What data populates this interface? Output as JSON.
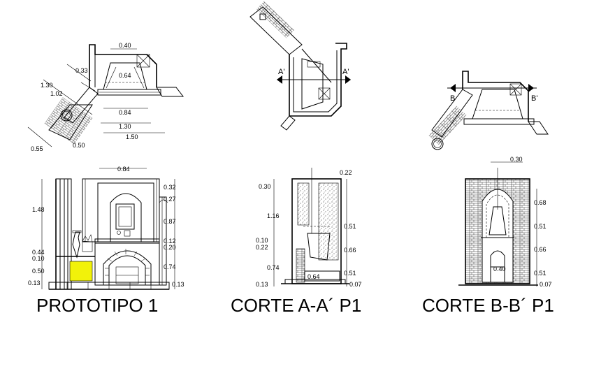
{
  "drawings": {
    "prototipo": {
      "caption": "PROTOTIPO 1",
      "plan_dims": [
        "0.40",
        "0.33",
        "0.64",
        "1.30",
        "1.02",
        "0.84",
        "1.30",
        "1.50",
        "0.55",
        "0.50"
      ],
      "elev_dims": [
        "0.84",
        "0.32",
        "0.27",
        "1.48",
        "0.87",
        "0.12",
        "0.20",
        "0.44",
        "0.10",
        "0.50",
        "0.74",
        "0.13",
        "0.13"
      ]
    },
    "corte_aa": {
      "caption": "CORTE A-A´ P1",
      "plan_labels": [
        "A'",
        "A'"
      ],
      "elev_dims": [
        "0.22",
        "0.30",
        "1.16",
        "0.51",
        "0.10",
        "0.22",
        "0.66",
        "0.74",
        "0.51",
        "0.13",
        "0.64",
        "0.07"
      ]
    },
    "corte_bb": {
      "caption": "CORTE B-B´ P1",
      "plan_labels": [
        "B",
        "B'"
      ],
      "elev_dims": [
        "0.30",
        "0.68",
        "0.51",
        "0.66",
        "0.40",
        "0.51",
        "0.07"
      ]
    }
  }
}
